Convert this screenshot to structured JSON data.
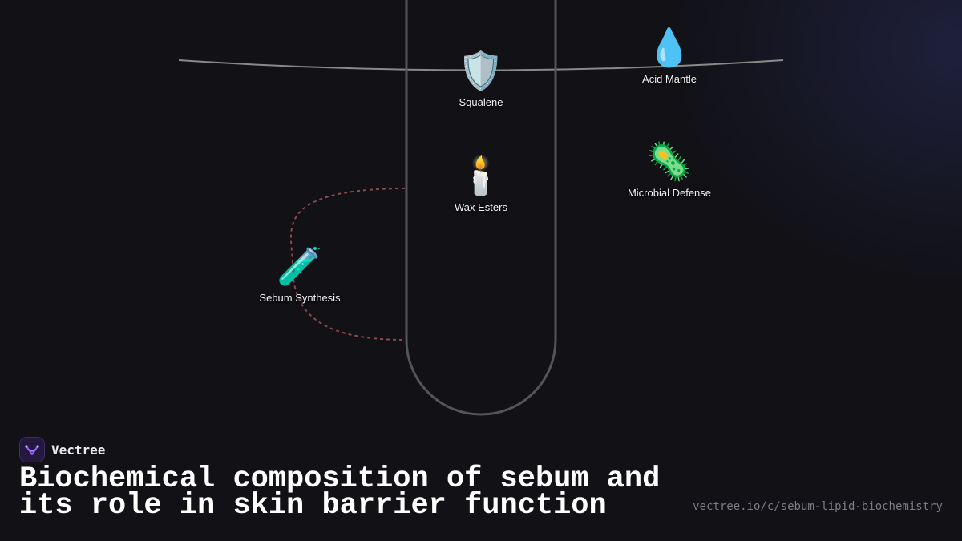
{
  "diagram": {
    "nodes": [
      {
        "id": "squalene",
        "label": "Squalene",
        "icon": "shield-icon",
        "glyph": "🛡️"
      },
      {
        "id": "acid-mantle",
        "label": "Acid Mantle",
        "icon": "droplet-icon",
        "glyph": "💧"
      },
      {
        "id": "wax-esters",
        "label": "Wax Esters",
        "icon": "candle-icon",
        "glyph": "🕯️"
      },
      {
        "id": "microbial-defense",
        "label": "Microbial Defense",
        "icon": "microbe-icon",
        "glyph": "🦠"
      },
      {
        "id": "sebum-synthesis",
        "label": "Sebum Synthesis",
        "icon": "test-tube-icon",
        "glyph": "🧪"
      }
    ],
    "colors": {
      "background": "#111116",
      "follicle_outline": "#555555",
      "skin_line": "#8a8a8a",
      "gland_dotted": "#8a4a4a"
    }
  },
  "brand": {
    "name": "Vectree",
    "logo_icon": "vectree-logo-icon"
  },
  "title": {
    "line1": "Biochemical composition of sebum and",
    "line2": "its role in skin barrier function"
  },
  "url": "vectree.io/c/sebum-lipid-biochemistry"
}
